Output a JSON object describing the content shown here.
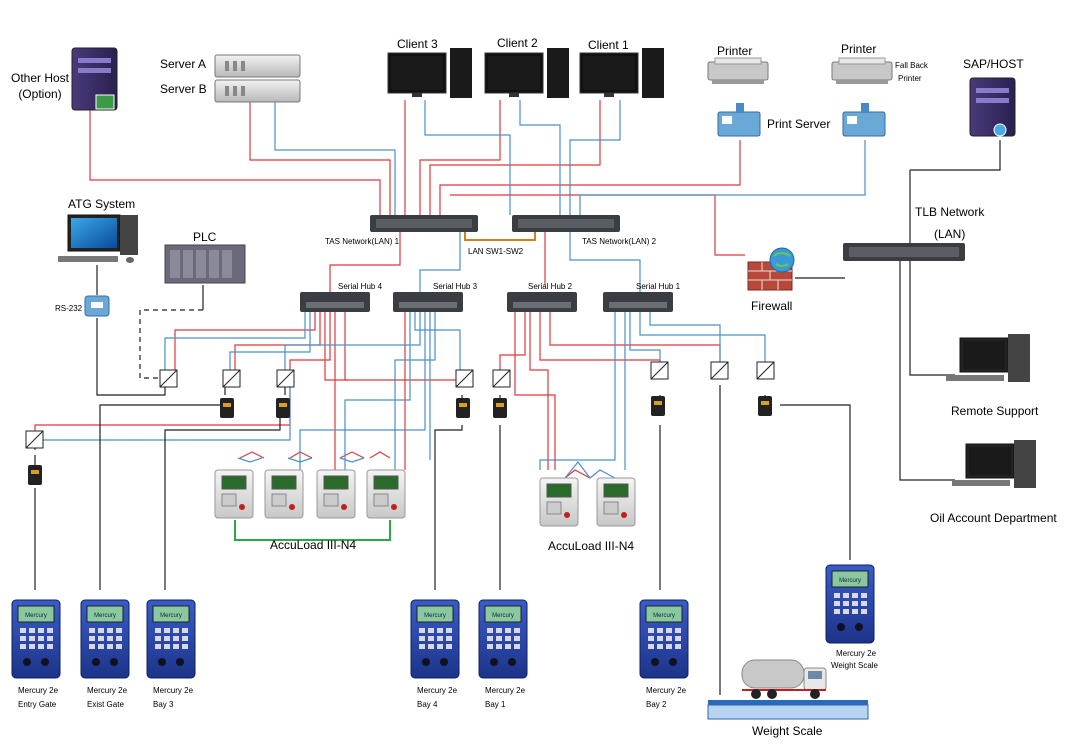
{
  "labels": {
    "other_host": "Other Host",
    "other_host_option": "(Option)",
    "server_a": "Server A",
    "server_b": "Server B",
    "client_3": "Client 3",
    "client_2": "Client 2",
    "client_1": "Client 1",
    "printer_1": "Printer",
    "printer_2": "Printer",
    "fall_back": "Fall Back",
    "fall_back_printer": "Printer",
    "print_server": "Print Server",
    "sap_host": "SAP/HOST",
    "atg_system": "ATG System",
    "plc": "PLC",
    "rs232": "RS-232",
    "tas_lan1": "TAS Network(LAN) 1",
    "tas_lan2": "TAS Network(LAN) 2",
    "lan_sw": "LAN SW1-SW2",
    "tlb_network": "TLB Network",
    "tlb_lan": "(LAN)",
    "firewall": "Firewall",
    "serial_hub_4": "Serial Hub 4",
    "serial_hub_3": "Serial Hub 3",
    "serial_hub_2": "Serial Hub 2",
    "serial_hub_1": "Serial Hub 1",
    "remote_support": "Remote Support",
    "oil_account": "Oil Account Department",
    "accuload_1": "AccuLoad III-N4",
    "accuload_2": "AccuLoad III-N4",
    "weight_scale": "Weight Scale",
    "mercury_ws": "Mercury 2e",
    "mercury_ws_sub": "Weight Scale"
  },
  "terminals": [
    {
      "name": "Mercury 2e",
      "sub": "Entry Gate"
    },
    {
      "name": "Mercury 2e",
      "sub": "Exist Gate"
    },
    {
      "name": "Mercury 2e",
      "sub": "Bay 3"
    },
    {
      "name": "Mercury 2e",
      "sub": "Bay 4"
    },
    {
      "name": "Mercury 2e",
      "sub": "Bay 1"
    },
    {
      "name": "Mercury 2e",
      "sub": "Bay 2"
    }
  ],
  "terminal_screen_text": "Mercury",
  "colors": {
    "red_line": "#e0383b",
    "blue_line": "#4a90c8",
    "black_line": "#222222",
    "green_line": "#2aa84a",
    "orange_line": "#d4801e",
    "switch_body": "#3a3d42",
    "terminal_body": "#2748a8"
  }
}
